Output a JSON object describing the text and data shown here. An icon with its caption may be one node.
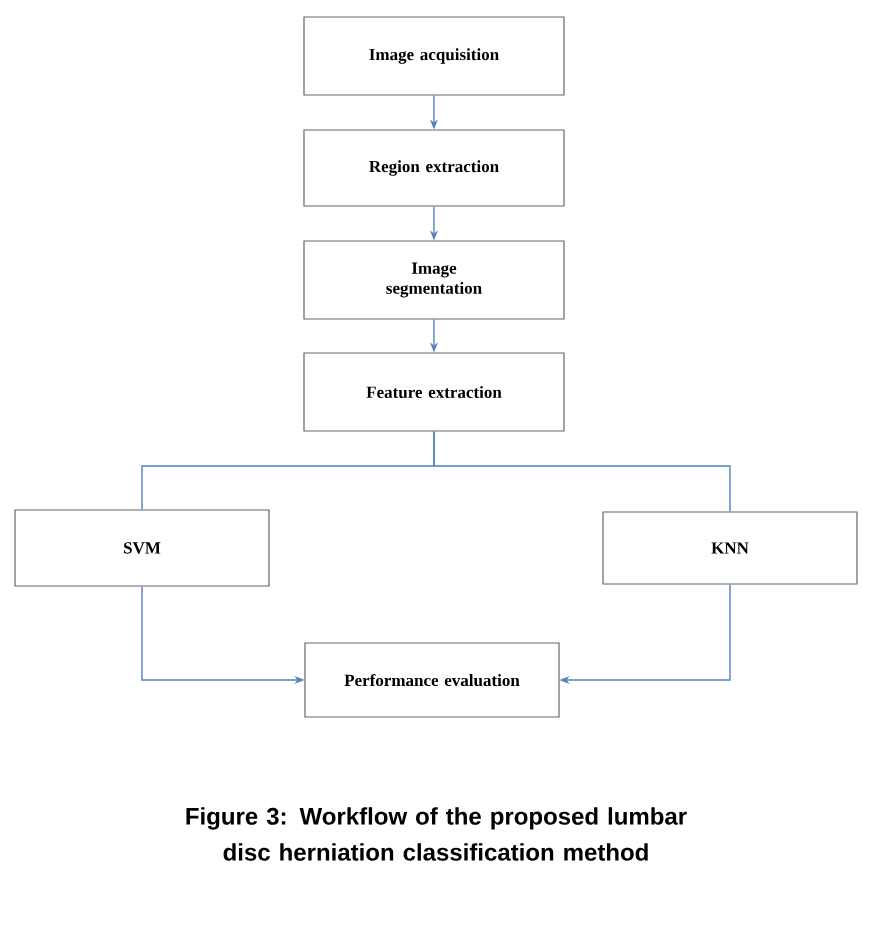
{
  "diagram": {
    "caption": "Figure 3: Workflow of the proposed lumbar disc herniation classification method",
    "nodes": [
      {
        "text": [
          "Image acquisition"
        ]
      },
      {
        "text": [
          "Region extraction"
        ]
      },
      {
        "text": [
          "Image segmentation"
        ]
      },
      {
        "text": [
          "Feature extraction"
        ]
      },
      {
        "text": [
          "SVM"
        ]
      },
      {
        "text": [
          "KNN"
        ]
      },
      {
        "text": [
          "Performance evaluation"
        ]
      }
    ],
    "edges": [
      {
        "from": 0,
        "to": 1,
        "arrow": "to"
      },
      {
        "from": 1,
        "to": 2,
        "arrow": "to"
      },
      {
        "from": 2,
        "to": 3,
        "arrow": "to"
      },
      {
        "from": 3,
        "to": 4,
        "arrow": "none"
      },
      {
        "from": 3,
        "to": 5,
        "arrow": "none"
      },
      {
        "from": 4,
        "to": 6,
        "arrow": "to"
      },
      {
        "from": 5,
        "to": 6,
        "arrow": "to"
      }
    ]
  }
}
